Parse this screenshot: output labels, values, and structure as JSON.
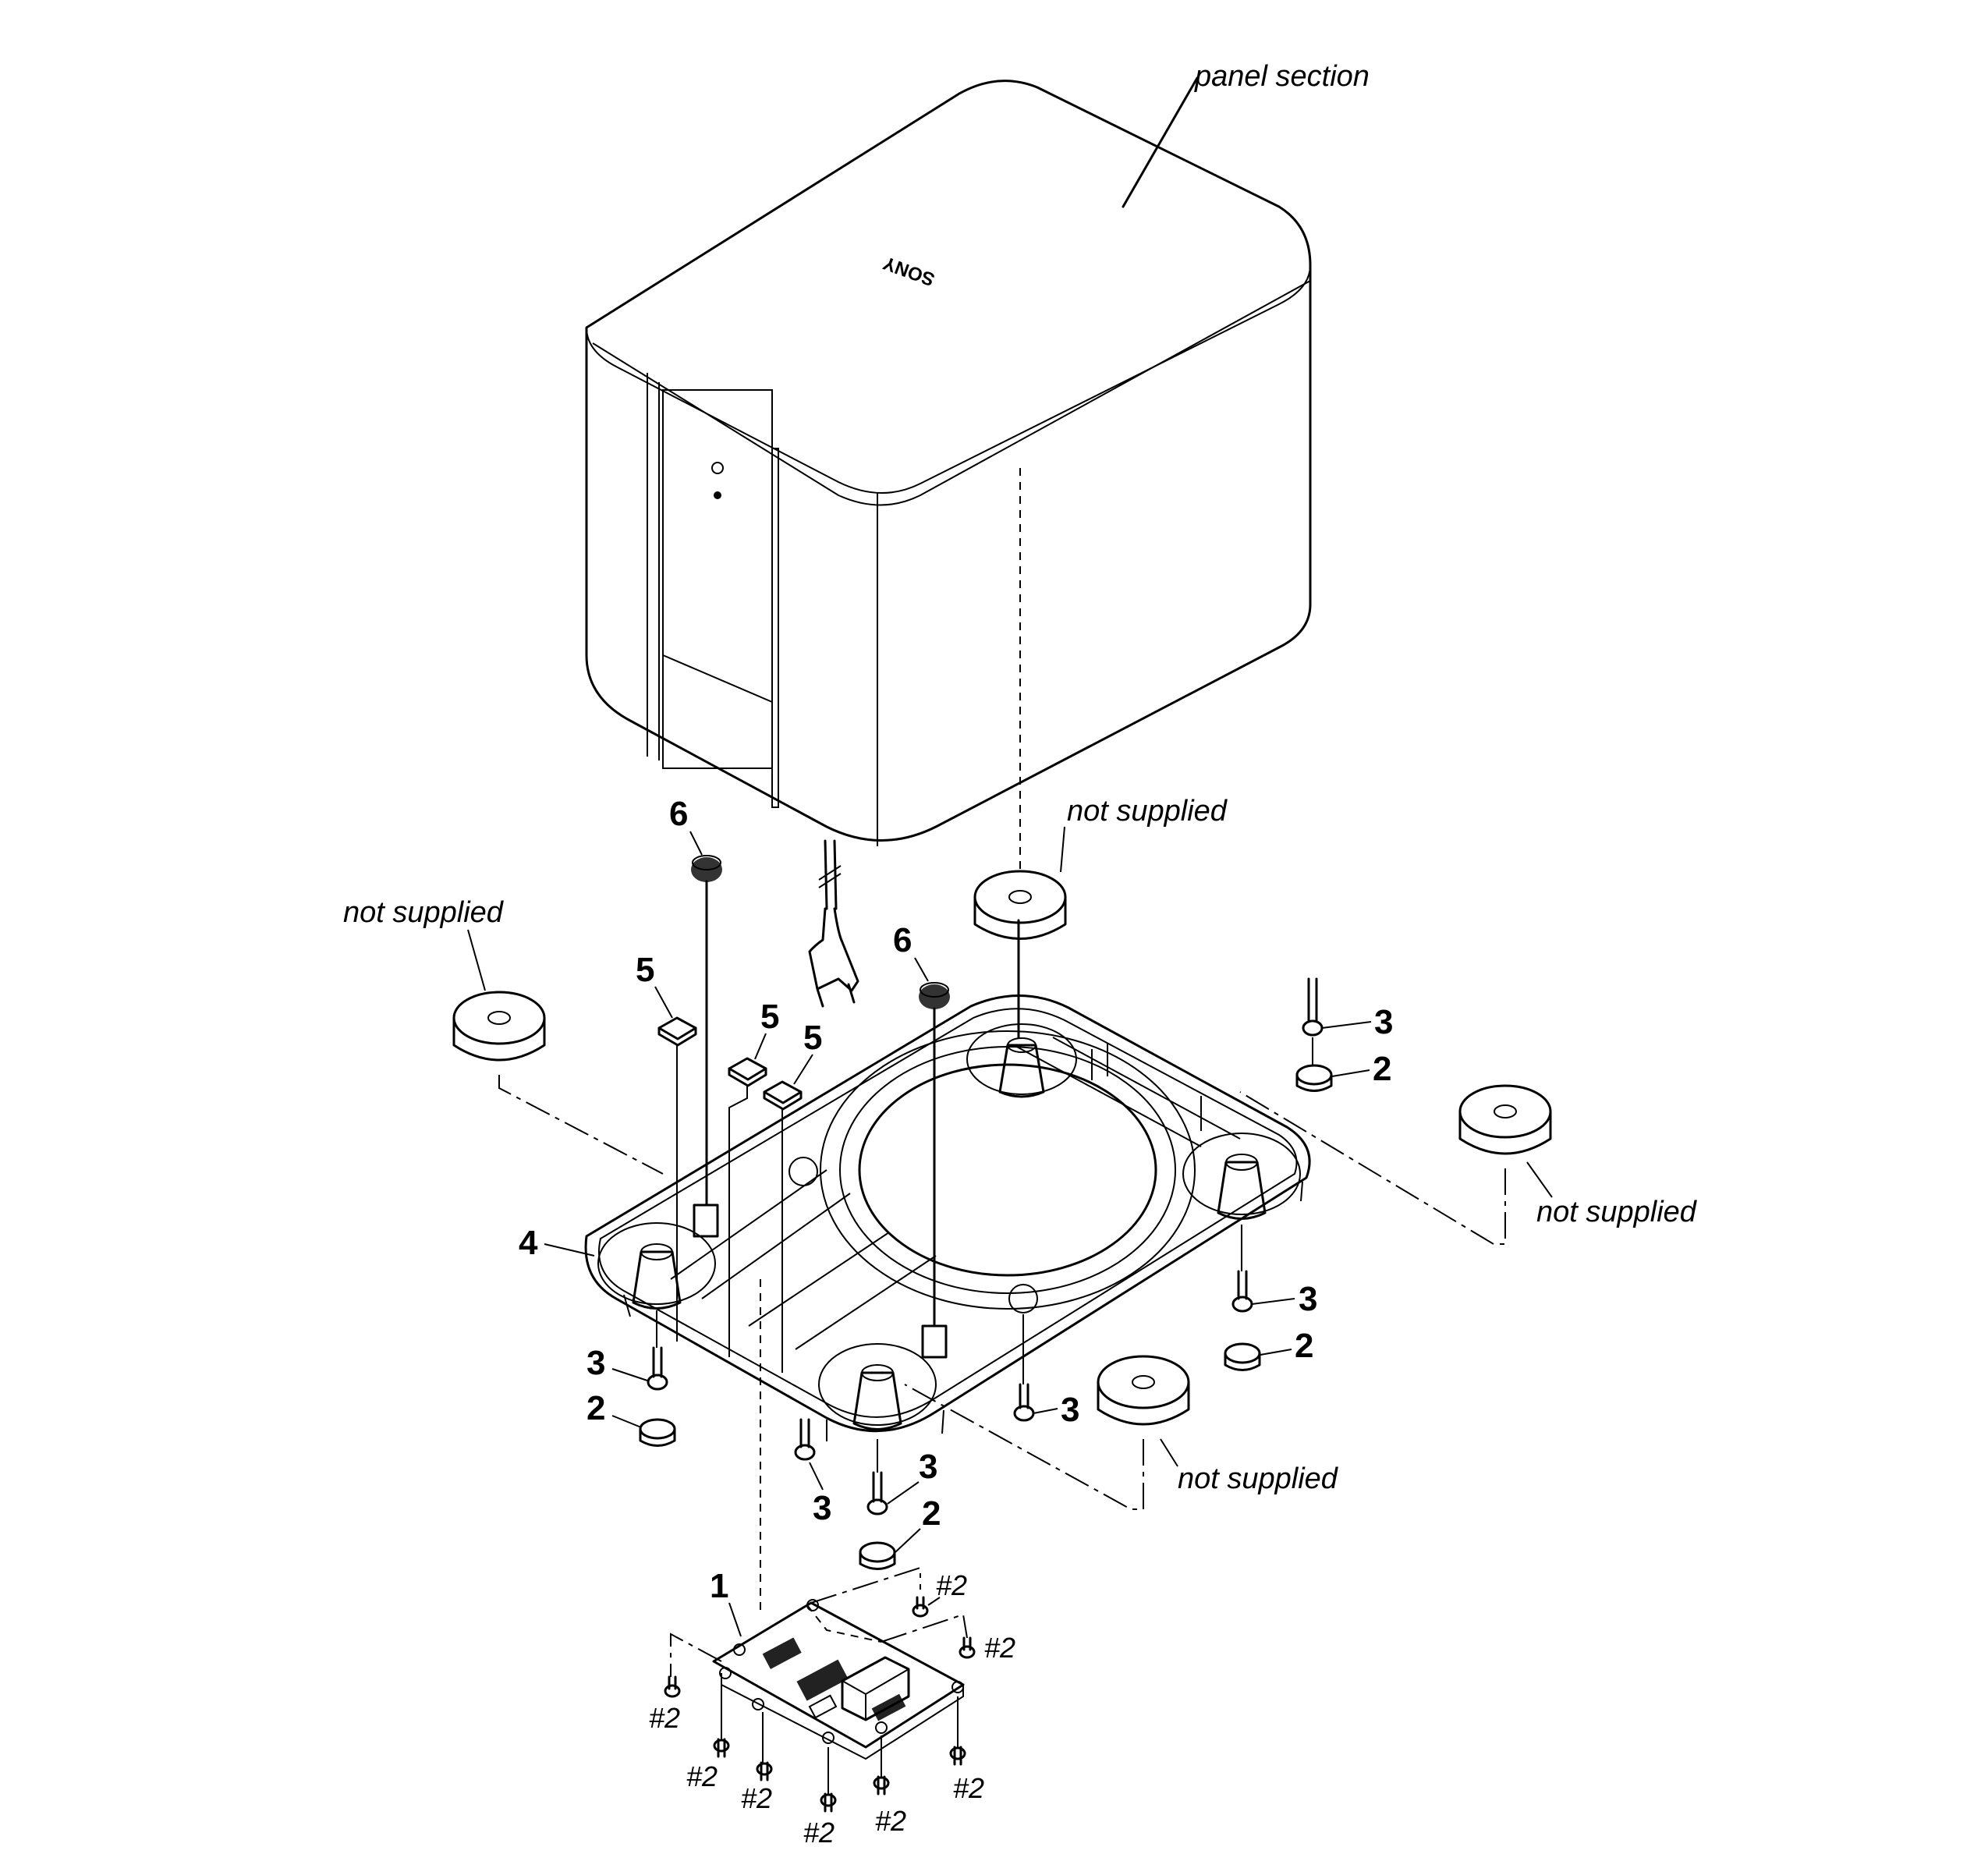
{
  "labels": {
    "panel_section": "panel section",
    "not_supplied": "not supplied",
    "brand_mark": "SONY",
    "parts": {
      "p1": "1",
      "p2": "2",
      "p3": "3",
      "p4": "4",
      "p5": "5",
      "p6": "6"
    },
    "screw_ref": "#2"
  }
}
